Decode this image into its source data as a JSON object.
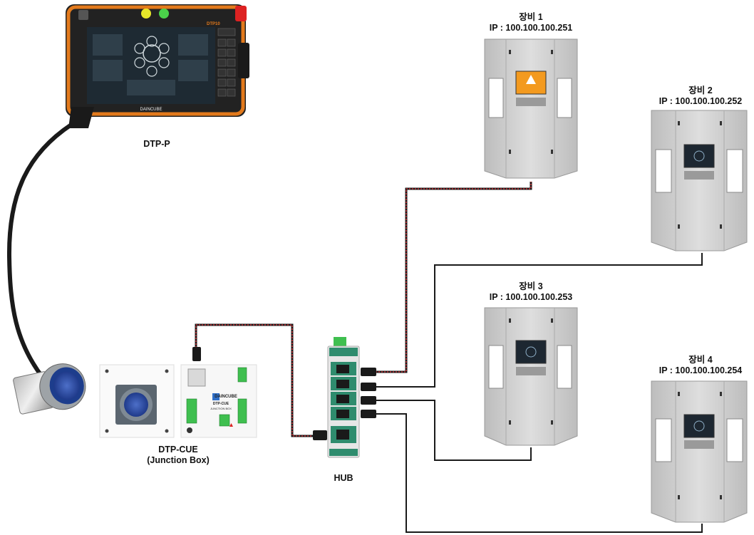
{
  "devices": {
    "dtp_p": "DTP-P",
    "junction_box": {
      "name": "DTP-CUE",
      "sub": "(Junction Box)"
    },
    "hub": "HUB",
    "brand": "DAINCUBE",
    "pendant_model": "DTP10",
    "jb_logo": "DAINCUBE",
    "jb_model": "DTP-CUE",
    "jb_type": "JUNCTION BOX"
  },
  "equipment": [
    {
      "name": "장비 1",
      "ip": "IP : 100.100.100.251"
    },
    {
      "name": "장비 2",
      "ip": "IP : 100.100.100.252"
    },
    {
      "name": "장비 3",
      "ip": "IP : 100.100.100.253"
    },
    {
      "name": "장비 4",
      "ip": "IP : 100.100.100.254"
    }
  ],
  "colors": {
    "cable": "#1a1a1a",
    "cable_red": "#c0282d",
    "pendant_orange": "#e37a1c",
    "hub_green": "#2f8c6e",
    "cabinet": "#d4d4d4",
    "warning": "#f39a1f"
  }
}
